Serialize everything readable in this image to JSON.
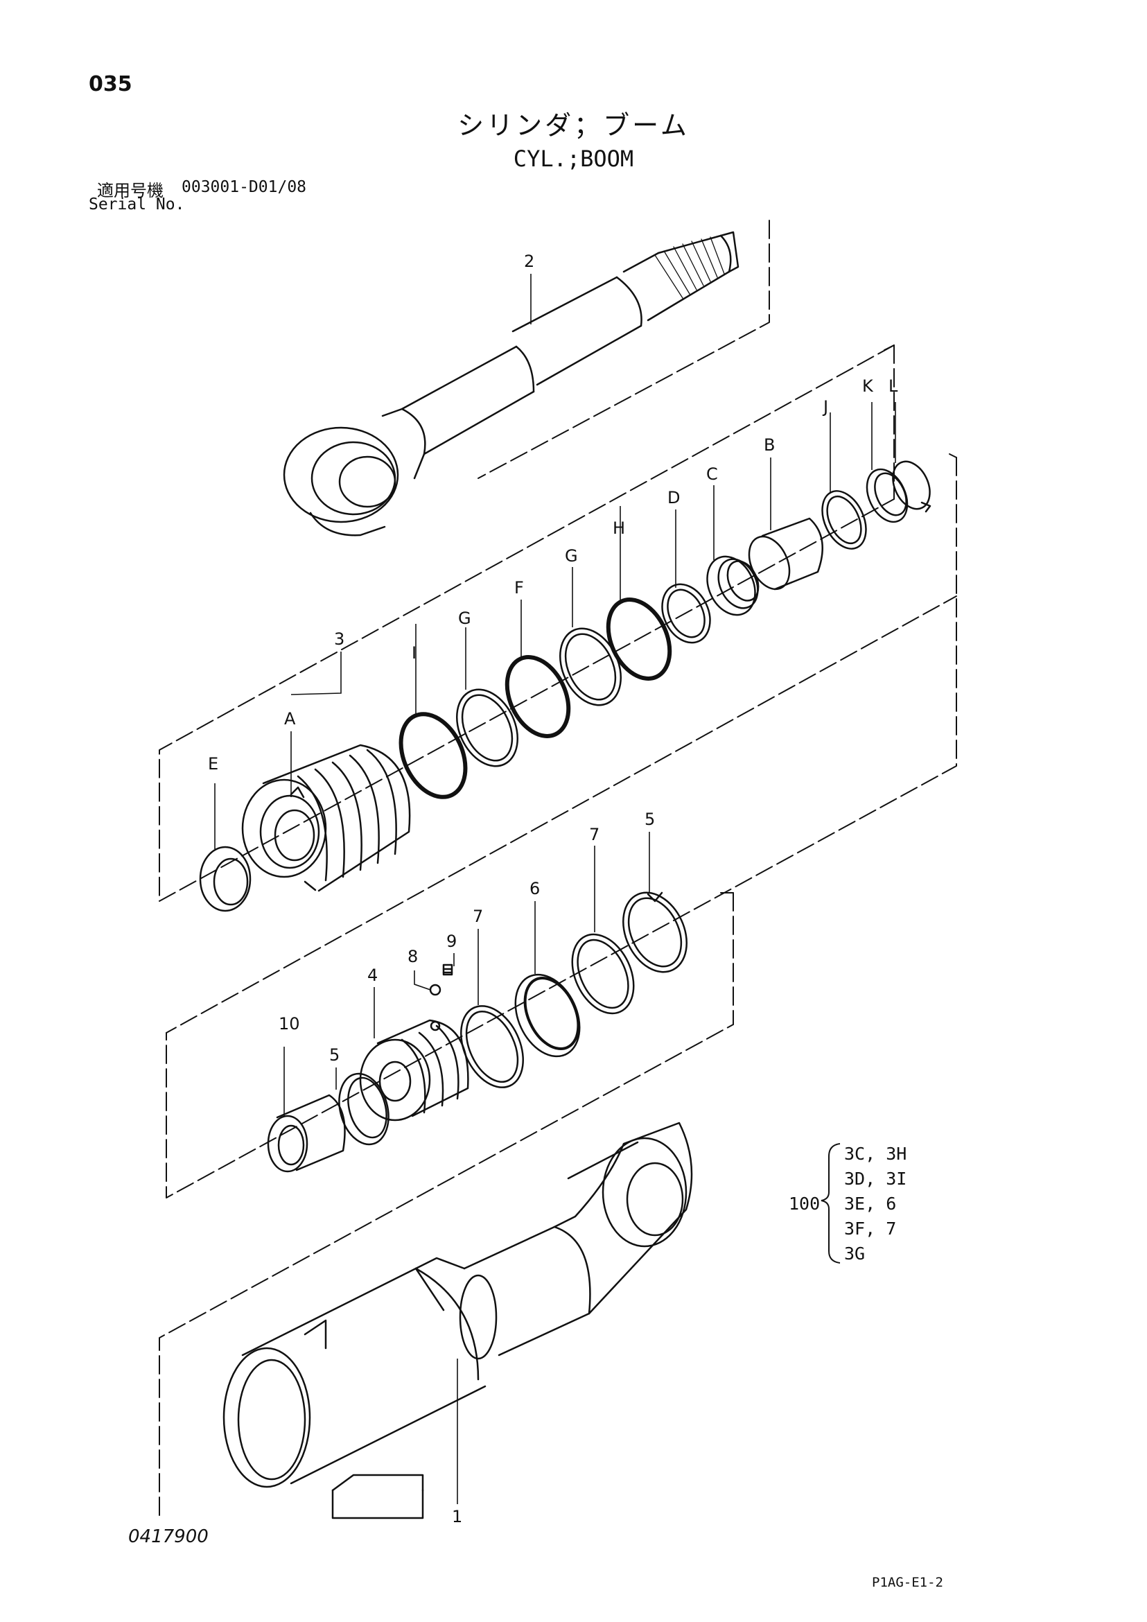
{
  "page_number": "035",
  "title_jp": "シリンダ；ブーム",
  "title_en": "CYL.;BOOM",
  "serial": {
    "label_jp": "適用号機",
    "code": "003001-D01/08",
    "label_en": "Serial No."
  },
  "labels": {
    "rod": "2",
    "head_group": "3",
    "tube": "1",
    "piston": "4",
    "ring_5a": "5",
    "ring_5b": "5",
    "ring_6": "6",
    "ring_7a": "7",
    "ring_7b": "7",
    "ball_8": "8",
    "screw_9": "9",
    "collar_10": "10",
    "A": "A",
    "B": "B",
    "C": "C",
    "D": "D",
    "E": "E",
    "F": "F",
    "G1": "G",
    "G2": "G",
    "H": "H",
    "I": "I",
    "J": "J",
    "K": "K",
    "L": "L"
  },
  "kit": {
    "number": "100",
    "items": [
      "3C, 3H",
      "3D, 3I",
      "3E, 6",
      "3F, 7",
      "3G"
    ]
  },
  "drawing_number": "0417900",
  "sheet_code": "P1AG-E1-2"
}
